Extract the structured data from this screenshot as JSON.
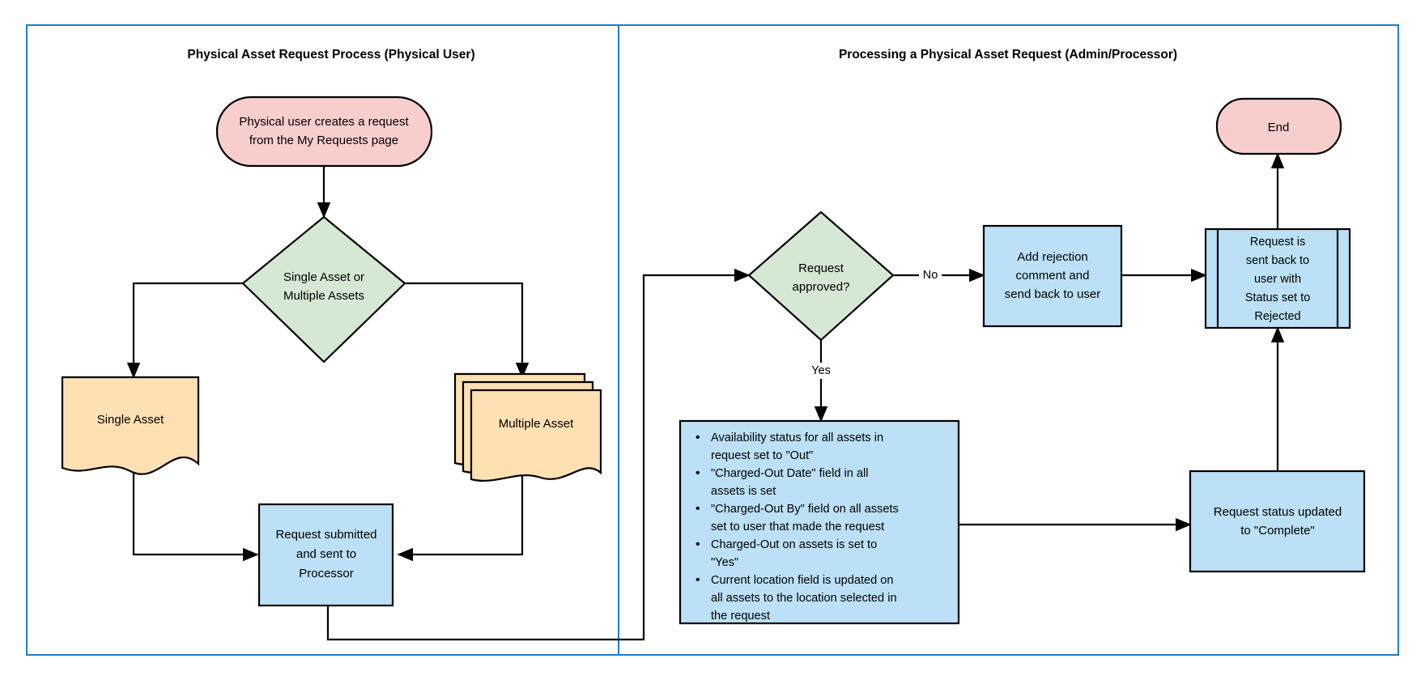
{
  "diagram": {
    "title_left": "Physical Asset Request Process (Physical User)",
    "title_right": "Processing a Physical Asset Request (Admin/Processor)",
    "colors": {
      "lane_border": "#1f7fc4",
      "terminator_fill": "#f8cecc",
      "decision_fill": "#d5e8d4",
      "document_fill": "#ffe0b3",
      "process_fill": "#bce0f5",
      "outline": "#000000",
      "background": "#ffffff"
    },
    "left_lane": {
      "start": {
        "line1": "Physical user creates a request",
        "line2": "from the My Requests page"
      },
      "decision": {
        "line1": "Single Asset or",
        "line2": "Multiple Assets"
      },
      "single_asset": "Single Asset",
      "multiple_asset": "Multiple Asset",
      "submit": {
        "line1": "Request submitted",
        "line2": "and sent to",
        "line3": "Processor"
      }
    },
    "right_lane": {
      "decision": {
        "line1": "Request",
        "line2": "approved?"
      },
      "decision_no_label": "No",
      "decision_yes_label": "Yes",
      "rejection": {
        "line1": "Add rejection",
        "line2": "comment and",
        "line3": "send back to user"
      },
      "sent_back": {
        "line1": "Request is",
        "line2": "sent back to",
        "line3": "user with",
        "line4": "Status set to",
        "line5": "Rejected"
      },
      "end": "End",
      "complete": {
        "line1": "Request status updated",
        "line2": "to \"Complete\""
      },
      "approved_actions": {
        "bullets": [
          [
            "Availability status for all assets in",
            "request set to \"Out\""
          ],
          [
            "\"Charged-Out Date\" field in all",
            "assets is set"
          ],
          [
            "\"Charged-Out By\" field on all assets",
            "set to user that made the request"
          ],
          [
            "Charged-Out on assets is set to",
            "\"Yes\""
          ],
          [
            "Current location field is updated on",
            "all assets to the location selected in",
            "the request"
          ]
        ]
      }
    }
  }
}
